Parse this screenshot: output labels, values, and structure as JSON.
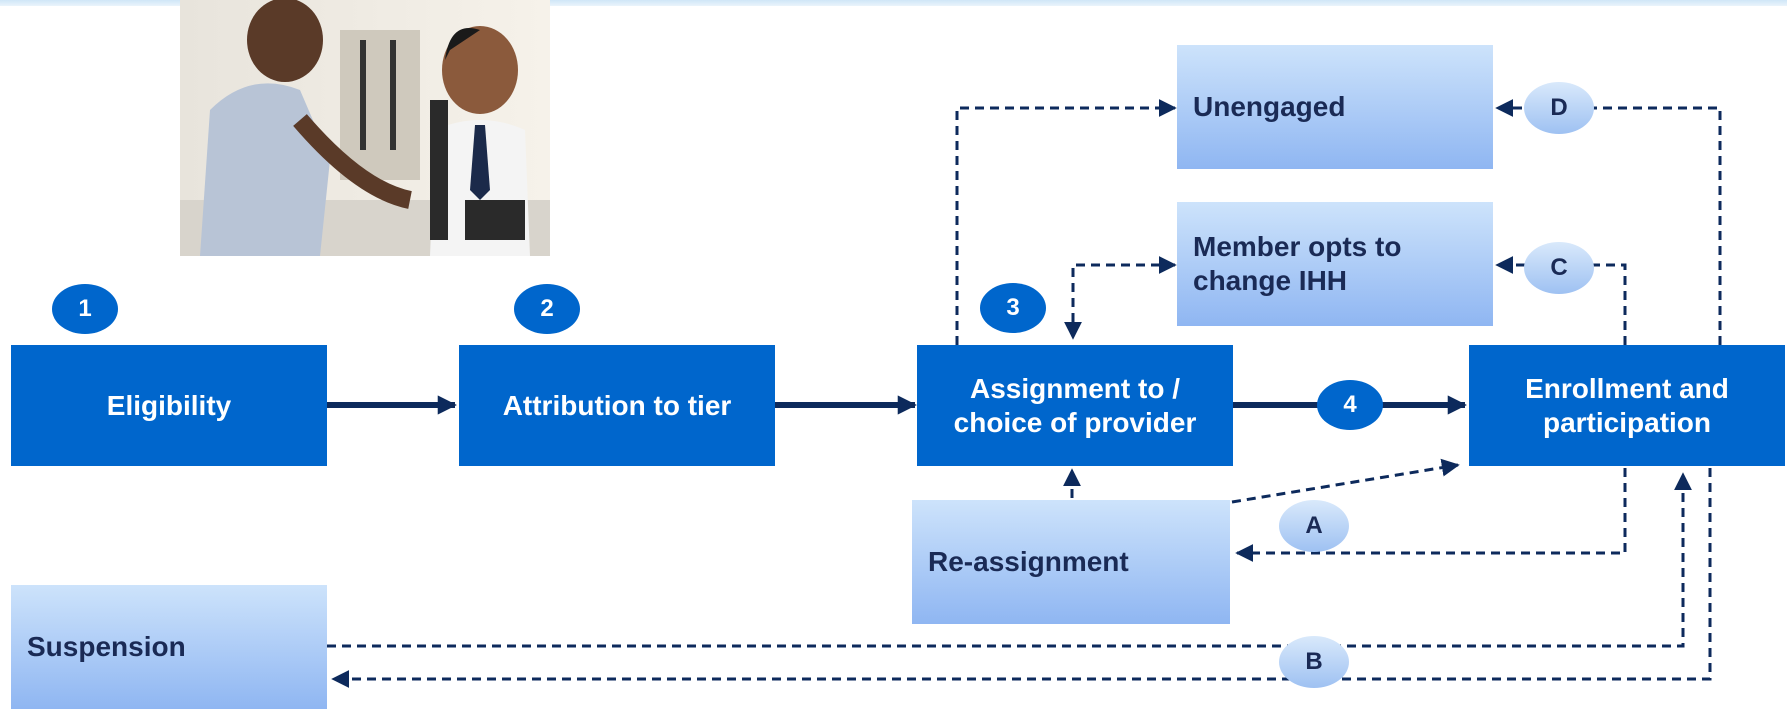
{
  "boxes": {
    "eligibility": "Eligibility",
    "attribution": "Attribution to tier",
    "assignment": "Assignment to / choice of provider",
    "enrollment": "Enrollment and participation",
    "unengaged": "Unengaged",
    "member_opts": "Member opts to change IHH",
    "reassignment": "Re-assignment",
    "suspension": "Suspension"
  },
  "steps": [
    "1",
    "2",
    "3",
    "4"
  ],
  "paths": [
    "A",
    "B",
    "C",
    "D"
  ],
  "photo": {
    "caption": ""
  },
  "colors": {
    "primary": "#0066cc",
    "arrow": "#0d2a5c",
    "light_box": "#a9c8f4"
  }
}
